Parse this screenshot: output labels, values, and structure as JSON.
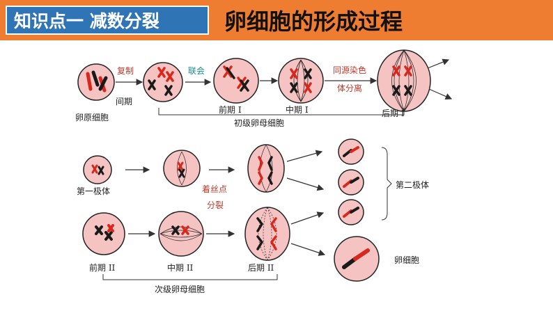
{
  "header": {
    "section_tag": "知识点一 减数分裂",
    "title": "卵细胞的形成过程"
  },
  "labels": {
    "replicate": "复制",
    "synapsis": "联会",
    "homolog_sep_1": "同源染色",
    "homolog_sep_2": "体分离",
    "interphase": "间期",
    "oogonium": "卵原细胞",
    "prophase1": "前期 I",
    "metaphase1": "中期 I",
    "anaphase1": "后期 I",
    "primary_oocyte": "初级卵母细胞",
    "first_polar_body": "第一极体",
    "centromere_split_1": "着丝点",
    "centromere_split_2": "分裂",
    "second_polar_body": "第二极体",
    "egg_cell": "卵细胞",
    "prophase2": "前期 II",
    "metaphase2": "中期 II",
    "anaphase2": "后期 II",
    "secondary_oocyte": "次级卵母细胞"
  },
  "colors": {
    "header_bar": "#ee7d31",
    "tag_bg": "#2f74b5",
    "cell_fill": "#f6c3c3",
    "chromosome_red": "#d8281e",
    "chromosome_black": "#1a1a1a",
    "label_red": "#c0392b",
    "label_teal": "#1a8c8c"
  }
}
